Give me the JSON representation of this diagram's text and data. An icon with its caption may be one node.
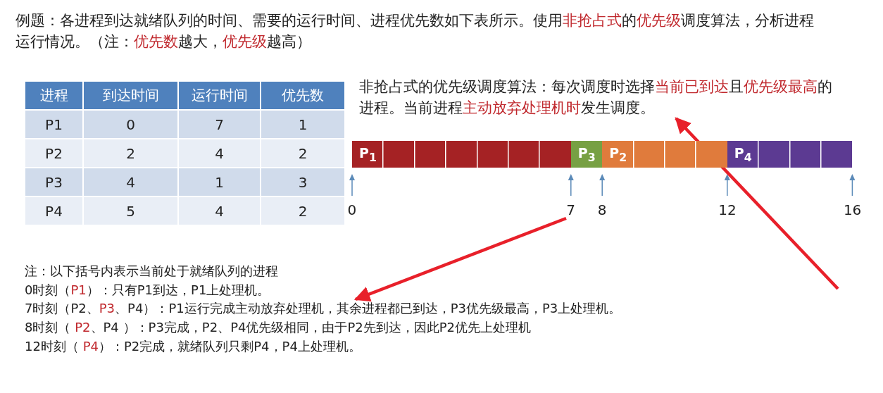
{
  "diagram": {
    "title": "例题：各进程到达就绪队列的时间、需要的运行时间、进程优先数如下表所示。使用**非抢占式**的**优先级**调度算法，分析进程运行情况。（注：**优先数**越大，**优先级**越高）",
    "nodes": [
      {
        "text": [
          "非抢占式的优先级调度算法：每次调度时选择**当前已到达**且**优先级最高**的进程。当前进程**主动放弃处理机时**发生调度。"
        ]
      },
      {
        "text": [
          "7时刻（P2、**P3**、P4）：P1运行完成主动放弃处理机，其余进程都已到达，P3优先级最高，P3上处理机。"
        ]
      },
      {
        "text": [
          "7"
        ]
      }
    ],
    "edges": [
      {
        "from": 2,
        "to": 1,
        "arrow": "to"
      },
      {
        "from": null,
        "to": 0,
        "arrow": "to"
      }
    ],
    "labels": [
      "进程",
      "到达时间",
      "运行时间",
      "优先数",
      "P1",
      "0",
      "7",
      "1",
      "P2",
      "2",
      "4",
      "2",
      "P3",
      "4",
      "1",
      "3",
      "P4",
      "5",
      "4",
      "2",
      "P$_{1}$",
      "P$_{3}$",
      "P$_{2}$",
      "P$_{4}$",
      "0",
      "8",
      "12",
      "16",
      "注：以下括号内表示当前处于就绪队列的进程",
      "0时刻（**P1**）：只有P1到达，P1上处理机。",
      "8时刻（ **P2**、P4 ）：P3完成，P2、P4优先级相同，由于P2先到达，因此P2优先上处理机",
      "12时刻（ **P4**）：P2完成，就绪队列只剩P4，P4上处理机。"
    ]
  }
}
